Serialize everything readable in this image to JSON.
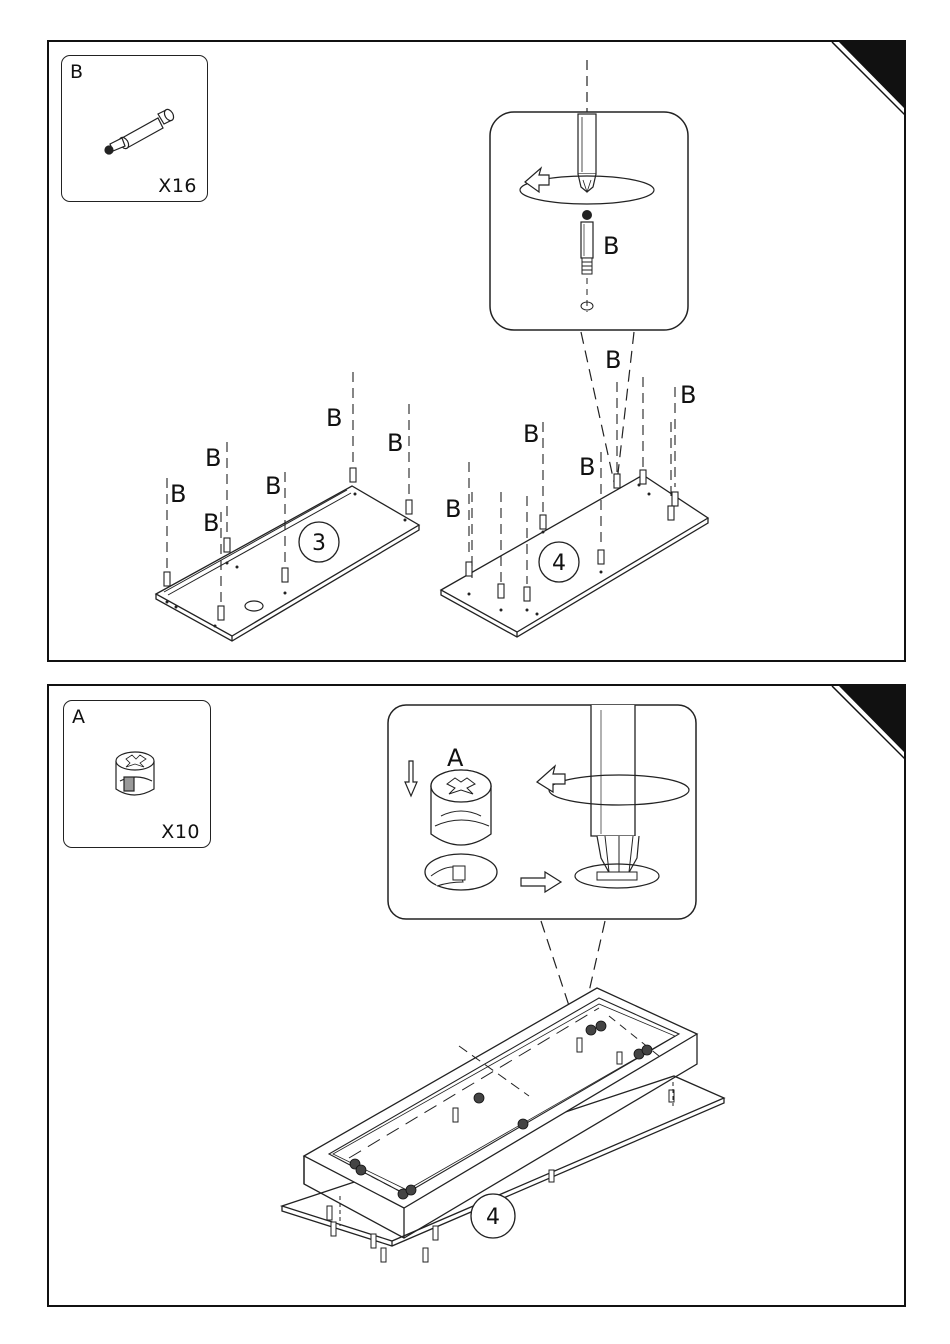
{
  "steps": [
    {
      "part": {
        "letter": "B",
        "quantity": "X16"
      },
      "detail_label": "B",
      "callouts": [
        "B",
        "B",
        "B",
        "B",
        "B",
        "B",
        "B",
        "B",
        "B",
        "B"
      ],
      "panel_numbers": [
        "3",
        "4"
      ]
    },
    {
      "part": {
        "letter": "A",
        "quantity": "X10"
      },
      "detail_label": "A",
      "panel_number": "4"
    }
  ]
}
